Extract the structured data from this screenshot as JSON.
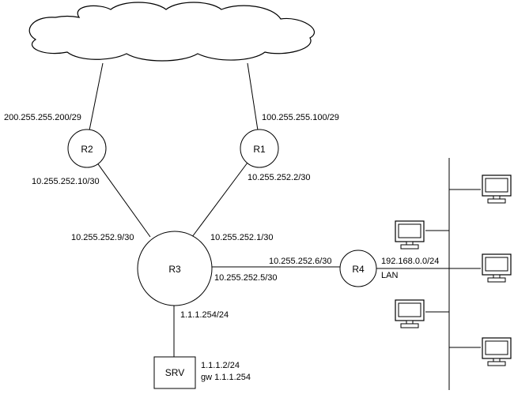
{
  "routers": {
    "r1": "R1",
    "r2": "R2",
    "r3": "R3",
    "r4": "R4",
    "srv": "SRV"
  },
  "addresses": {
    "r2_uplink": "200.255.255.200/29",
    "r1_uplink": "100.255.255.100/29",
    "r2_to_r3": "10.255.252.10/30",
    "r1_to_r3": "10.255.252.2/30",
    "r3_to_r2": "10.255.252.9/30",
    "r3_to_r1": "10.255.252.1/30",
    "r4_to_r3": "10.255.252.6/30",
    "r3_to_r4": "10.255.252.5/30",
    "r4_lan": "192.168.0.0/24",
    "lan_label": "LAN",
    "r3_to_srv": "1.1.1.254/24",
    "srv_ip": "1.1.1.2/24",
    "srv_gw": "gw 1.1.1.254"
  },
  "colors": {
    "stroke": "#000000",
    "fill": "#ffffff"
  },
  "icons": [
    "cloud-icon",
    "computer-icon"
  ]
}
